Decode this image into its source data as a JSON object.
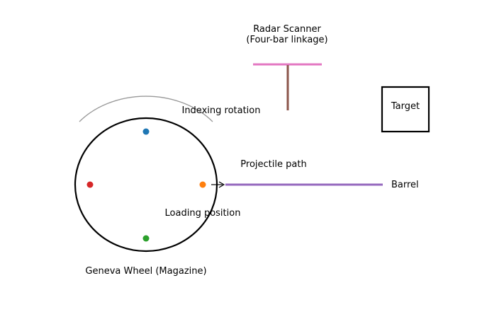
{
  "colors": {
    "wheel": "#000000",
    "arc": "#999999",
    "slot_top": "#1f77b4",
    "slot_left": "#d62728",
    "slot_right": "#ff7f0e",
    "slot_bottom": "#2ca02c",
    "radar_bar": "#e377c2",
    "radar_post": "#8c564b",
    "barrel": "#9467bd",
    "target_box": "#000000"
  },
  "labels": {
    "radar_title_line1": "Radar Scanner",
    "radar_title_line2": "(Four-bar linkage)",
    "indexing_rotation": "Indexing rotation",
    "target": "Target",
    "projectile_path": "Projectile path",
    "barrel": "Barrel",
    "loading_position": "Loading position",
    "geneva_wheel": "Geneva Wheel (Magazine)"
  }
}
